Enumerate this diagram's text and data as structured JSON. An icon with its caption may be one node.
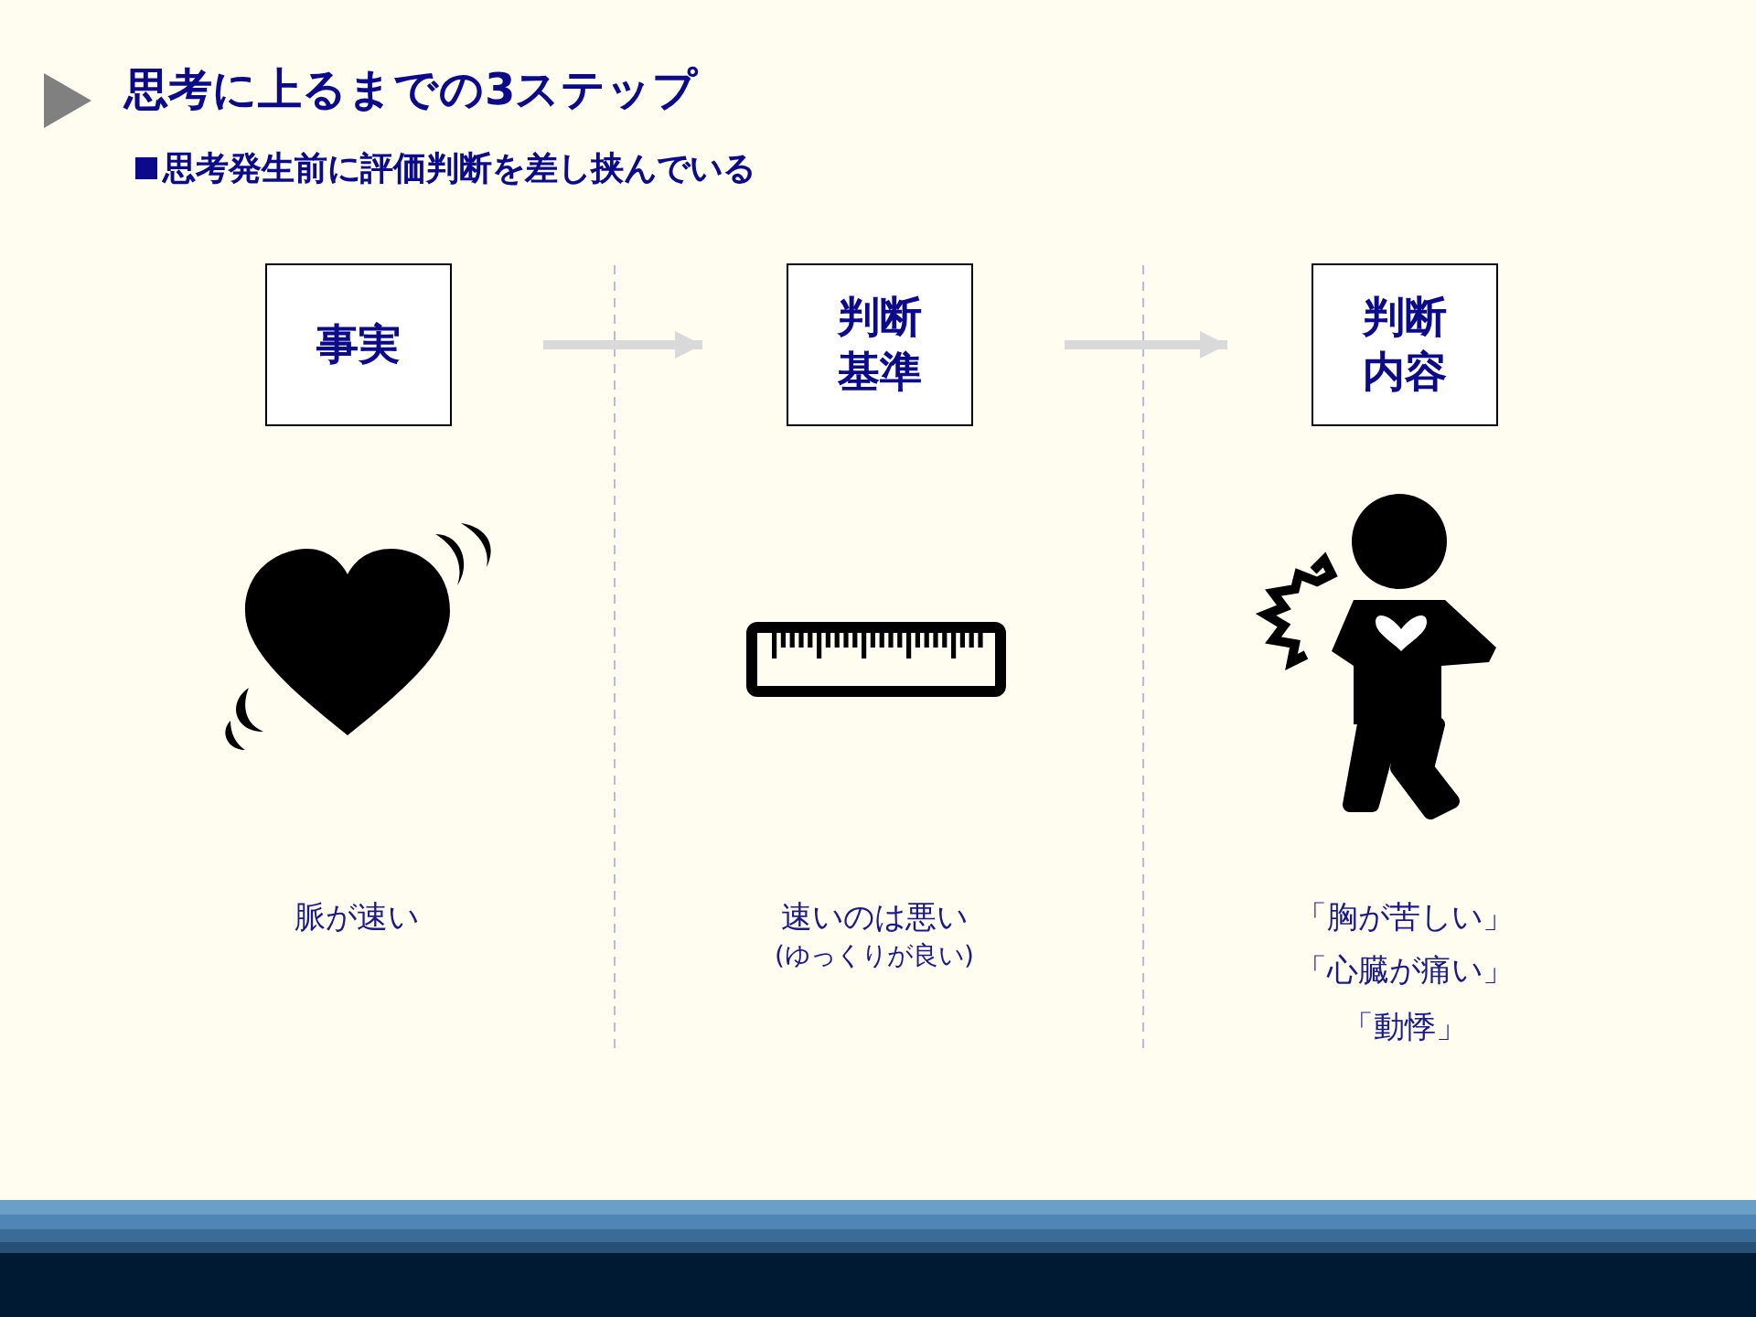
{
  "diagram": {
    "title": "思考に上るまでの3ステップ",
    "nodes": [
      {
        "text": [
          "事実"
        ]
      },
      {
        "text": [
          "判断基準"
        ]
      },
      {
        "text": [
          "判断内容"
        ]
      }
    ],
    "edges": [
      {
        "from": 0,
        "to": 1,
        "arrow": "to"
      },
      {
        "from": 1,
        "to": 2,
        "arrow": "to"
      }
    ],
    "labels": [
      "思考発生前に評価判断を差し挟んでいる",
      "脈が速い",
      "速いのは悪い",
      "(ゆっくりが良い)",
      "「胸が苦しい」",
      "「心臓が痛い」",
      "「動悸」"
    ]
  }
}
